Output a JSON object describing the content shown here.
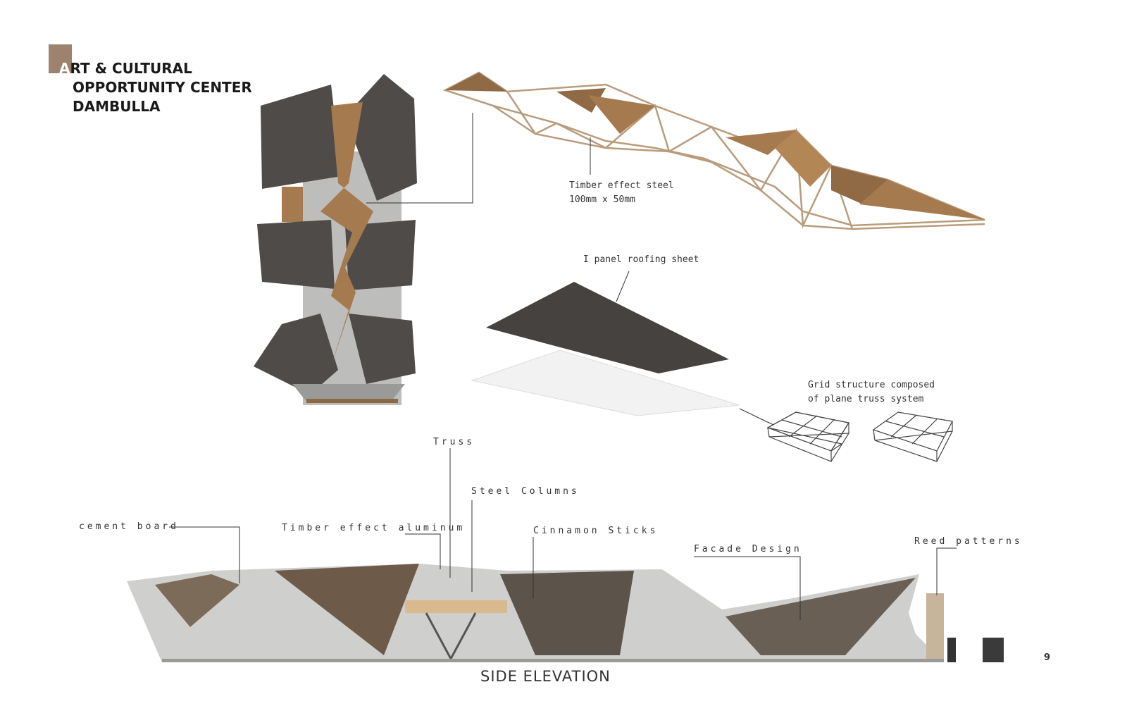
{
  "title": {
    "first_letter": "A",
    "line1_rest": "RT & CULTURAL",
    "line2": "OPPORTUNITY CENTER",
    "line3": "DAMBULLA"
  },
  "labels": {
    "timber_steel_1": "Timber effect steel",
    "timber_steel_2": "100mm x 50mm",
    "roofing": "I panel roofing sheet",
    "grid_1": "Grid structure composed",
    "grid_2": "of plane truss system",
    "truss": "Truss",
    "steel_columns": "Steel Columns",
    "cement_board": "cement board",
    "timber_aluminum": "Timber effect aluminum",
    "cinnamon": "Cinnamon Sticks",
    "facade": "Facade Design",
    "reed": "Reed patterns"
  },
  "elevation_title": "SIDE ELEVATION",
  "page_number": "9",
  "colors": {
    "accent": "#9e8270",
    "roof_dark": "#4a4744",
    "timber": "#a57a4e",
    "concrete": "#c9c9c7"
  }
}
